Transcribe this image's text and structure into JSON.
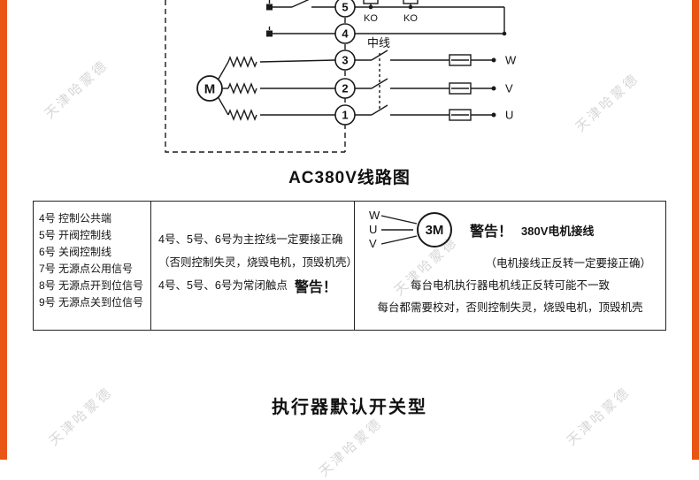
{
  "watermark": {
    "text": "天津哈蒙德"
  },
  "colors": {
    "edge_accent": "#e95513"
  },
  "circuit": {
    "title": "AC380V线路图",
    "motor_label": "M",
    "neutral_label": "中线",
    "contactor1_label": "KO",
    "contactor2_label": "KO",
    "terminals": {
      "t5": "5",
      "t4": "4",
      "t3": "3",
      "t2": "2",
      "t1": "1"
    },
    "phases": {
      "w": "W",
      "v": "V",
      "u": "U"
    }
  },
  "table": {
    "terminal_list": [
      "4号 控制公共端",
      "5号 开阀控制线",
      "6号 关阀控制线",
      "7号 无源点公用信号",
      "8号 无源点开到位信号",
      "9号 无源点关到位信号"
    ],
    "control_note": {
      "line1": "4号、5号、6号为主控线一定要接正确",
      "line2": "（否则控制失灵，烧毁电机，顶毁机壳）",
      "line3": "4号、5号、6号为常闭触点",
      "warning": "警告！"
    },
    "motor_note": {
      "phase_w": "W",
      "phase_u": "U",
      "phase_v": "V",
      "motor_label": "3M",
      "warning": "警告！",
      "heading": "380V电机接线",
      "line1": "（电机接线正反转一定要接正确）",
      "line2": "每台电机执行器电机线正反转可能不一致",
      "line3": "每台都需要校对，否则控制失灵，烧毁电机，顶毁机壳"
    }
  },
  "footer": {
    "title": "执行器默认开关型"
  }
}
